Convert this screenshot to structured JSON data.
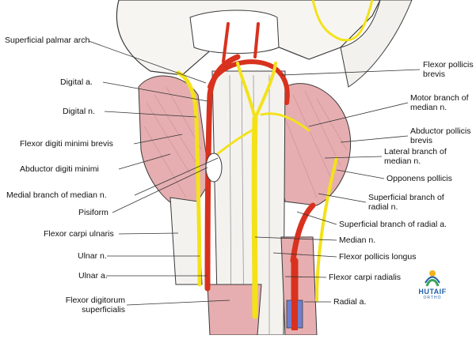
{
  "labels": {
    "superficial_palmar_arch": "Superficial palmar arch",
    "digital_a": "Digital a.",
    "digital_n": "Digital n.",
    "flexor_digiti_minimi_brevis": "Flexor digiti minimi brevis",
    "abductor_digiti_minimi": "Abductor digiti minimi",
    "medial_branch_median": "Medial branch of median n.",
    "pisiform": "Pisiform",
    "flexor_carpi_ulnaris": "Flexor carpi ulnaris",
    "ulnar_n": "Ulnar n.",
    "ulnar_a": "Ulnar a.",
    "flexor_digitorum_superficialis": "Flexor digitorum superficialis",
    "flexor_pollicis_brevis": "Flexor pollicis brevis",
    "motor_branch_median": "Motor branch of median n.",
    "abductor_pollicis_brevis": "Abductor pollicis brevis",
    "lateral_branch_median": "Lateral branch of median n.",
    "opponens_pollicis": "Opponens pollicis",
    "superficial_branch_radial_n": "Superficial branch of radial n.",
    "superficial_branch_radial_a": "Superficial branch of radial a.",
    "median_n": "Median n.",
    "flexor_pollicis_longus": "Flexor pollicis longus",
    "flexor_carpi_radialis": "Flexor carpi radialis",
    "radial_a": "Radial a."
  },
  "logo": {
    "text": "HUTAIF",
    "subtext": "ORTHO"
  },
  "colors": {
    "artery": "#d8321e",
    "nerve": "#f3e21a",
    "muscle": "#e6aeb0",
    "tendon": "#f4f2ef",
    "outline": "#3a3a3a",
    "vein": "#6f7fd0",
    "logo": "#1f5fa8"
  }
}
